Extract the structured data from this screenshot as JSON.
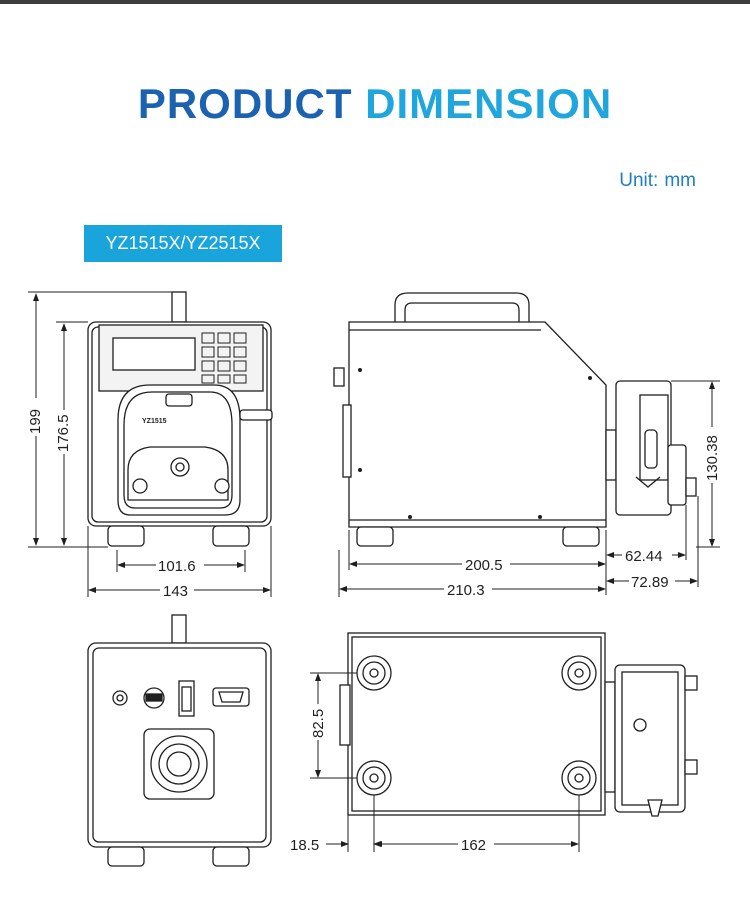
{
  "title": {
    "word1": "PRODUCT",
    "word2": "DIMENSION"
  },
  "unit": {
    "label": "Unit:",
    "value": "mm"
  },
  "model": "YZ1515X/YZ2515X",
  "pump_head_label": "YZ1515",
  "front_view": {
    "height_total": "199",
    "height_body": "176.5",
    "width_base": "101.6",
    "width_total": "143"
  },
  "side_view": {
    "depth_body": "200.5",
    "depth_total": "210.3",
    "head_height": "130.38",
    "head_depth_inner": "62.44",
    "head_depth_outer": "72.89"
  },
  "bottom_view": {
    "foot_spacing_y": "82.5",
    "foot_offset": "18.5",
    "foot_spacing_x": "162"
  },
  "colors": {
    "title_dark": "#1b63b0",
    "title_light": "#1ea6dd",
    "badge": "#1aa4dc",
    "line": "#1f1f1f"
  }
}
